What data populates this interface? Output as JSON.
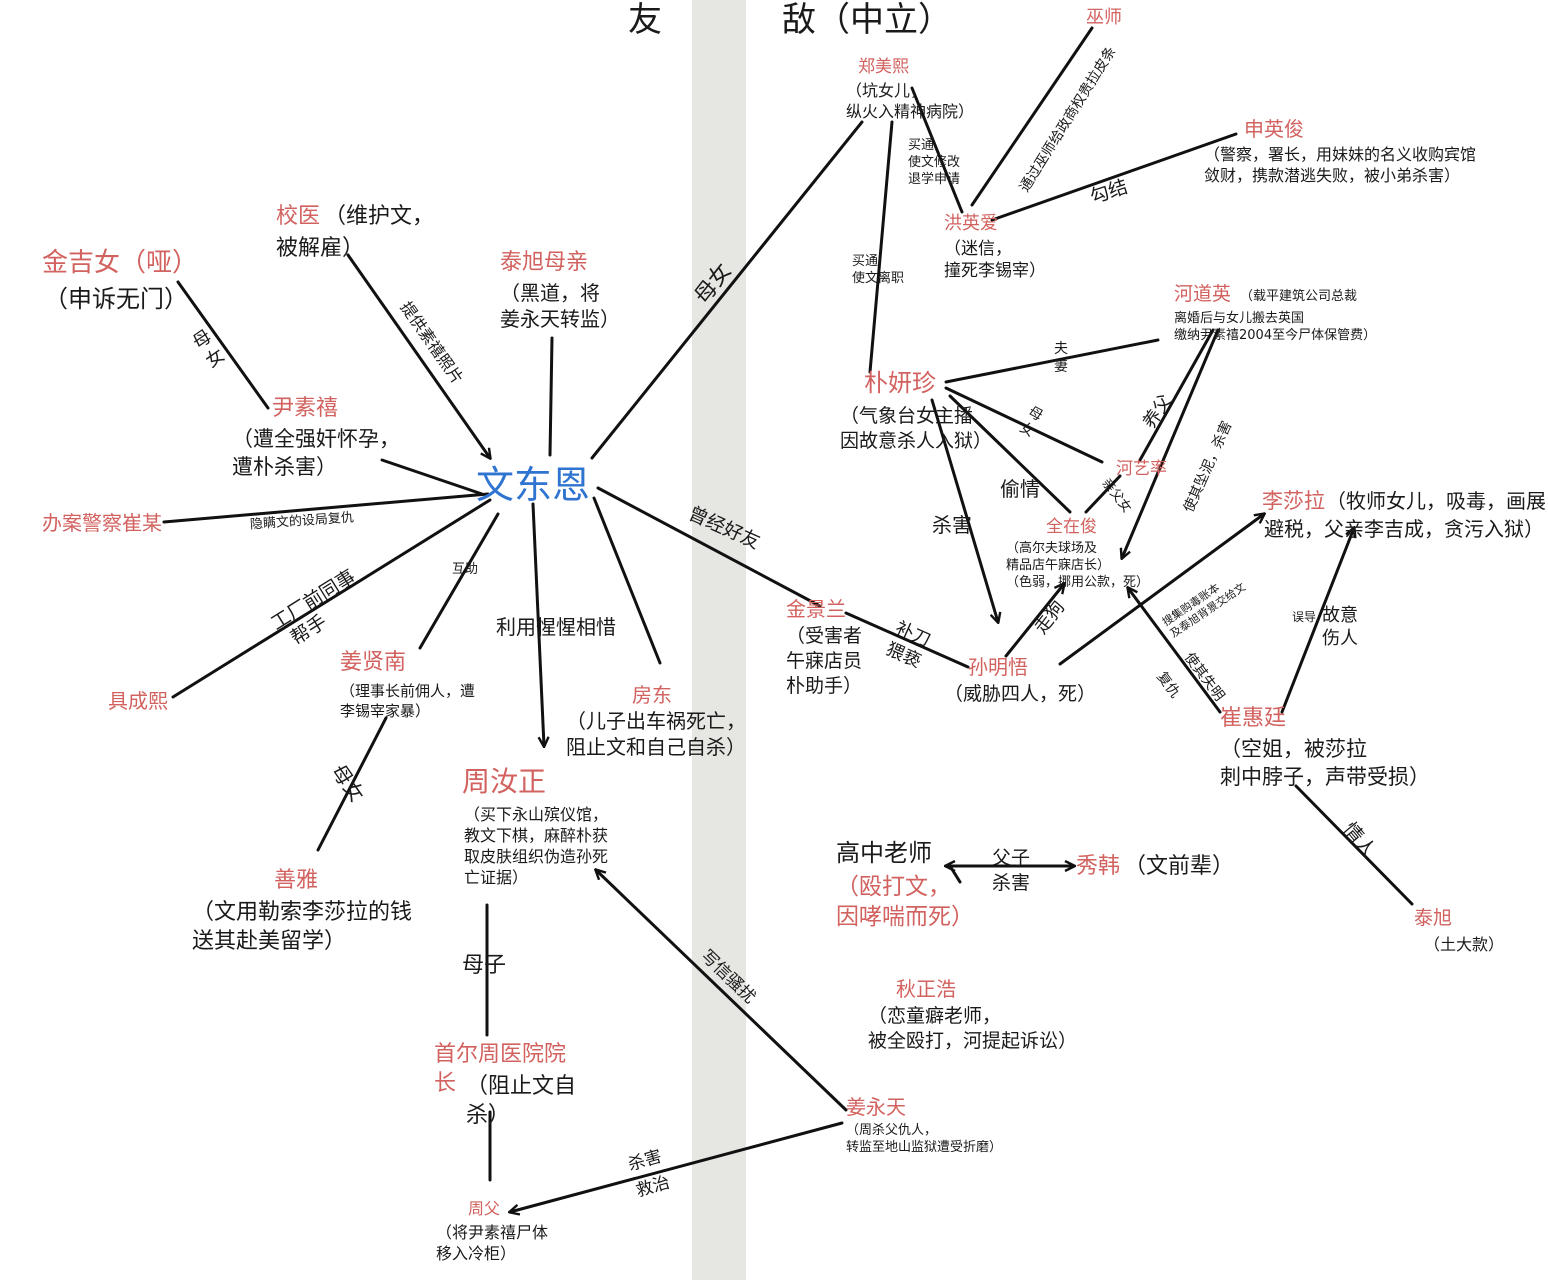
{
  "header": {
    "friend": "友",
    "enemy": "敌（中立）"
  },
  "center": "文东恩",
  "nodes": {
    "jinjinv": {
      "name": "金吉女（哑）",
      "desc": "（申诉无门）"
    },
    "xiaoyi": {
      "name": "校医",
      "desc_inline": "（维护文，",
      "desc": "被解雇）"
    },
    "taixu_mother": {
      "name": "泰旭母亲",
      "desc": "（黑道，将\n姜永天转监）"
    },
    "yinsuxi": {
      "name": "尹素禧",
      "desc": "（遭全强奸怀孕，\n遭朴杀害）"
    },
    "police": {
      "name": "办案警察崔某"
    },
    "juchengxi": {
      "name": "具成熙"
    },
    "jiangxiannan": {
      "name": "姜贤南",
      "desc": "（理事长前佣人，遭\n李锡宰家暴）"
    },
    "fangdong": {
      "name": "房东",
      "desc": "（儿子出车祸死亡，\n阻止文和自己自杀）"
    },
    "zhouruzheng": {
      "name": "周汝正",
      "desc": "（买下永山殡仪馆，\n教文下棋，麻醉朴获\n取皮肤组织伪造孙死\n亡证据）"
    },
    "shanya": {
      "name": "善雅",
      "desc": "（文用勒索李莎拉的钱\n送其赴美留学）"
    },
    "director": {
      "name": "首尔周医院院\n长",
      "desc": "（阻止文自\n杀）"
    },
    "zhoufu": {
      "name": "周父",
      "desc": "（将尹素禧尸体\n移入冷柜）"
    },
    "jiangyongtian": {
      "name": "姜永天",
      "desc": "（周杀父仇人，\n转监至地山监狱遭受折磨）"
    },
    "zhengmeixi": {
      "name": "郑美熙",
      "desc": "（坑女儿，\n纵火入精神病院）"
    },
    "wushi": {
      "name": "巫师"
    },
    "hongyingai": {
      "name": "洪英爱",
      "desc": "（迷信，\n撞死李锡宰）"
    },
    "shenyingjun": {
      "name": "申英俊",
      "desc": "（警察，署长，用妹妹的名义收购宾馆\n敛财，携款潜逃失败，被小弟杀害）"
    },
    "hedaoying": {
      "name": "河道英",
      "desc_inline": "（载平建筑公司总裁",
      "desc": "离婚后与女儿搬去英国\n缴纳尹素禧2004至今尸体保管费）"
    },
    "piaoyanling": {
      "name": "朴妍珍",
      "desc": "（气象台女主播\n因故意杀人入狱）"
    },
    "heyihui": {
      "name": "河艺率"
    },
    "quanzaijun": {
      "name": "全在俊",
      "desc": "（高尔夫球场及\n精品店午寐店长）\n（色弱，挪用公款，死）"
    },
    "lishala": {
      "name": "李莎拉",
      "desc_inline": "（牧师女儿，吸毒，画展",
      "desc": "避税，父亲李吉成，贪污入狱）"
    },
    "jinjinglan": {
      "name": "金景兰",
      "desc": "（受害者\n午寐店员\n朴助手）"
    },
    "sunmingwu": {
      "name": "孙明悟",
      "desc": "（威胁四人，死）"
    },
    "cuihuiting": {
      "name": "崔惠廷",
      "desc": "（空姐，被莎拉\n刺中脖子，声带受损）"
    },
    "gaozhong": {
      "name": "高中老师",
      "desc": "（殴打文，\n因哮喘而死）"
    },
    "xiuhan": {
      "name": "秀韩",
      "desc": "（文前辈）"
    },
    "taixu": {
      "name": "泰旭",
      "desc": "（土大款）"
    },
    "qiuzhenghao": {
      "name": "秋正浩",
      "desc": "（恋童癖老师，\n被全殴打，河提起诉讼）"
    }
  },
  "edge_labels": {
    "mother_daughter": "母\n女",
    "provide_photos": "提供素禧照片",
    "hide_plot": "隐瞒文的设局复仇",
    "mutual_help": "互助",
    "factory": "工厂前同事",
    "helper": "帮手",
    "sympathy": "利用惺惺相惜",
    "mother_daughter_2": "母女",
    "mother_son": "母子",
    "letters": "写信骚扰",
    "kill": "杀害",
    "rescue": "救治",
    "mother_daughter_3": "母女",
    "bribe_1": "买通\n使文修改\n退学申请",
    "bribe_2": "买通\n使文离职",
    "wushi_edge": "通过巫师给政商权贵拉皮条",
    "collude": "勾结",
    "husband_wife": "夫\n妻",
    "adoptive_father": "养父",
    "murder_cement": "使其坠泥，杀害",
    "mother_daughter_4": "母\n女",
    "affair": "偷情",
    "kill_2": "杀害",
    "biological_father": "亲父女",
    "former_friends": "曾经好友",
    "assist": "补刀\n猥亵",
    "lackey": "走狗",
    "drug_book": "搜集购毒账本\n及泰旭背景交给文",
    "blind": "使其失明",
    "betray": "复仇",
    "mislead": "误导",
    "intentional_harm": "故意\n伤人",
    "lovers": "情人",
    "father_son_kill": "父子\n杀害"
  },
  "colors": {
    "red": "#d2625f",
    "blue": "#2f74d0",
    "black": "#1a1a1a",
    "divider": "#e6e6e2"
  }
}
